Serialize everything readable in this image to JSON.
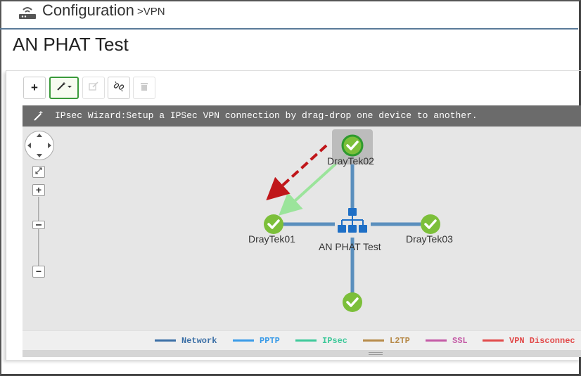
{
  "header": {
    "title": "Configuration",
    "breadcrumb": ">VPN",
    "icon": "router-icon"
  },
  "page": {
    "title": "AN PHAT Test"
  },
  "toolbar": {
    "add_label": "+",
    "buttons": [
      "add-icon",
      "wand-icon",
      "edit-icon",
      "unlink-icon",
      "trash-icon"
    ]
  },
  "wizard": {
    "text": "IPsec Wizard:Setup a IPSec VPN connection by drag-drop one device to another."
  },
  "nodes": {
    "draytek02": "DrayTek02",
    "draytek01": "DrayTek01",
    "draytek03": "DrayTek03",
    "hub": "AN PHAT Test",
    "bottom": ""
  },
  "legend": [
    {
      "label": "Network",
      "color": "#3b6fa6"
    },
    {
      "label": "PPTP",
      "color": "#3a9be8"
    },
    {
      "label": "IPsec",
      "color": "#3ec99a"
    },
    {
      "label": "L2TP",
      "color": "#b78b4a"
    },
    {
      "label": "SSL",
      "color": "#c45aa6"
    },
    {
      "label": "VPN Disconnec",
      "color": "#e24a4a"
    }
  ],
  "colors": {
    "status_ok": "#7cbf3a",
    "network_line": "#5a8fbd",
    "ipsec_drag_line": "#9be49b",
    "drag_arrow": "#c0161a",
    "hub": "#1e6fc6"
  }
}
